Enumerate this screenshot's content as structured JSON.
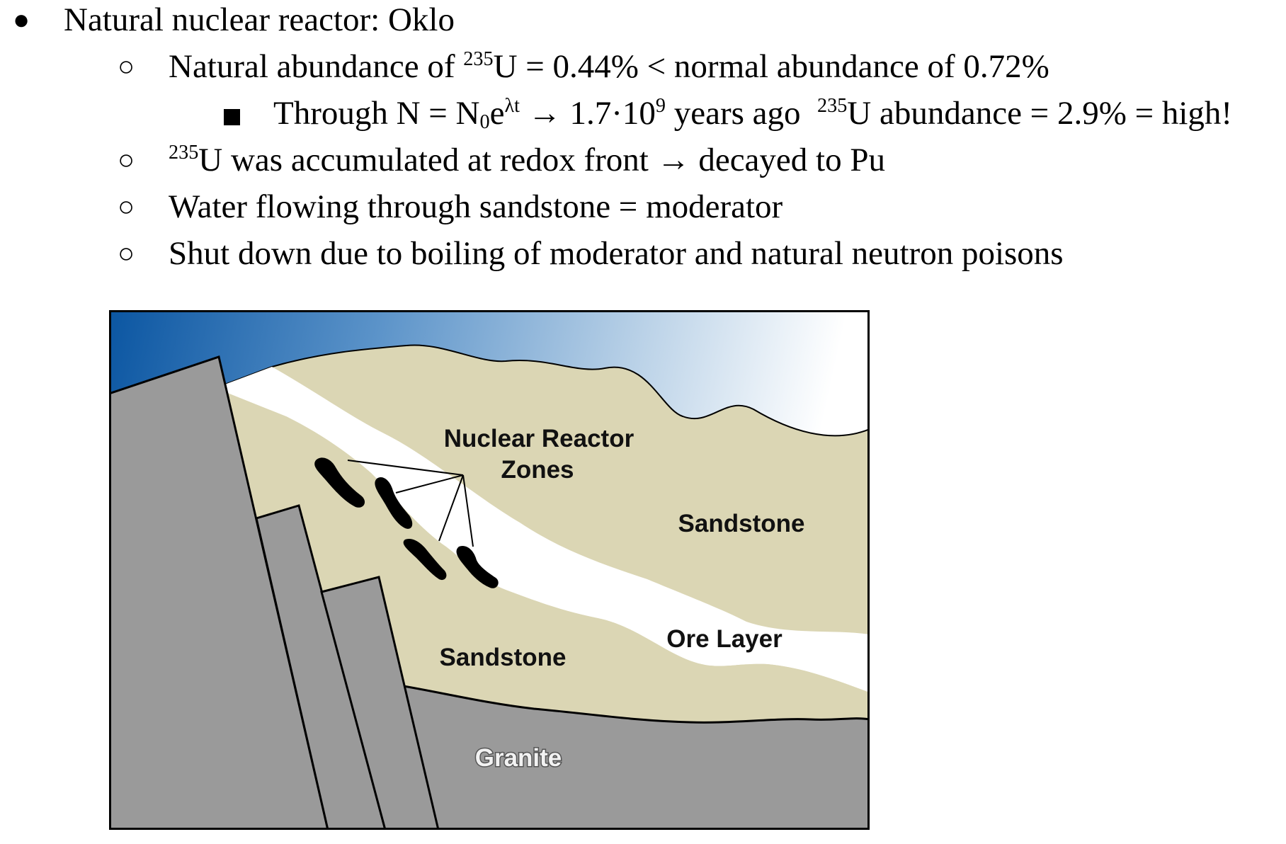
{
  "bullets": {
    "main": {
      "marker": "●",
      "text": "Natural nuclear reactor: Oklo"
    },
    "abundance": {
      "marker": "○",
      "prefix": "Natural abundance of ",
      "isotope_mass": "235",
      "suffix": "U = 0.44% < normal abundance of 0.72%"
    },
    "decay": {
      "text_a": "Through N = N",
      "sub_0": "0",
      "text_b": "e",
      "exp": "λt",
      "text_c": " → 1.7·10",
      "exp_9": "9",
      "text_d": " years ago  ",
      "isotope_mass": "235",
      "text_e": "U abundance = 2.9% = high!"
    },
    "accumulated": {
      "marker": "○",
      "isotope_mass": "235",
      "text": "U was accumulated at redox front → decayed to Pu"
    },
    "water": {
      "marker": "○",
      "text": "Water flowing through sandstone = moderator"
    },
    "shutdown": {
      "marker": "○",
      "text": "Shut down due to boiling of moderator and natural neutron poisons"
    }
  },
  "figure": {
    "labels": {
      "reactor_line1": "Nuclear Reactor",
      "reactor_line2": "Zones",
      "sandstone_upper": "Sandstone",
      "ore_layer": "Ore Layer",
      "sandstone_lower": "Sandstone",
      "granite": "Granite"
    },
    "colors": {
      "sky_dark": "#0b5aa6",
      "sky_light": "#ffffff",
      "sandstone": "#dbd6b4",
      "ore_layer": "#ffffff",
      "granite": "#9a9a9a",
      "outline": "#000000"
    }
  }
}
